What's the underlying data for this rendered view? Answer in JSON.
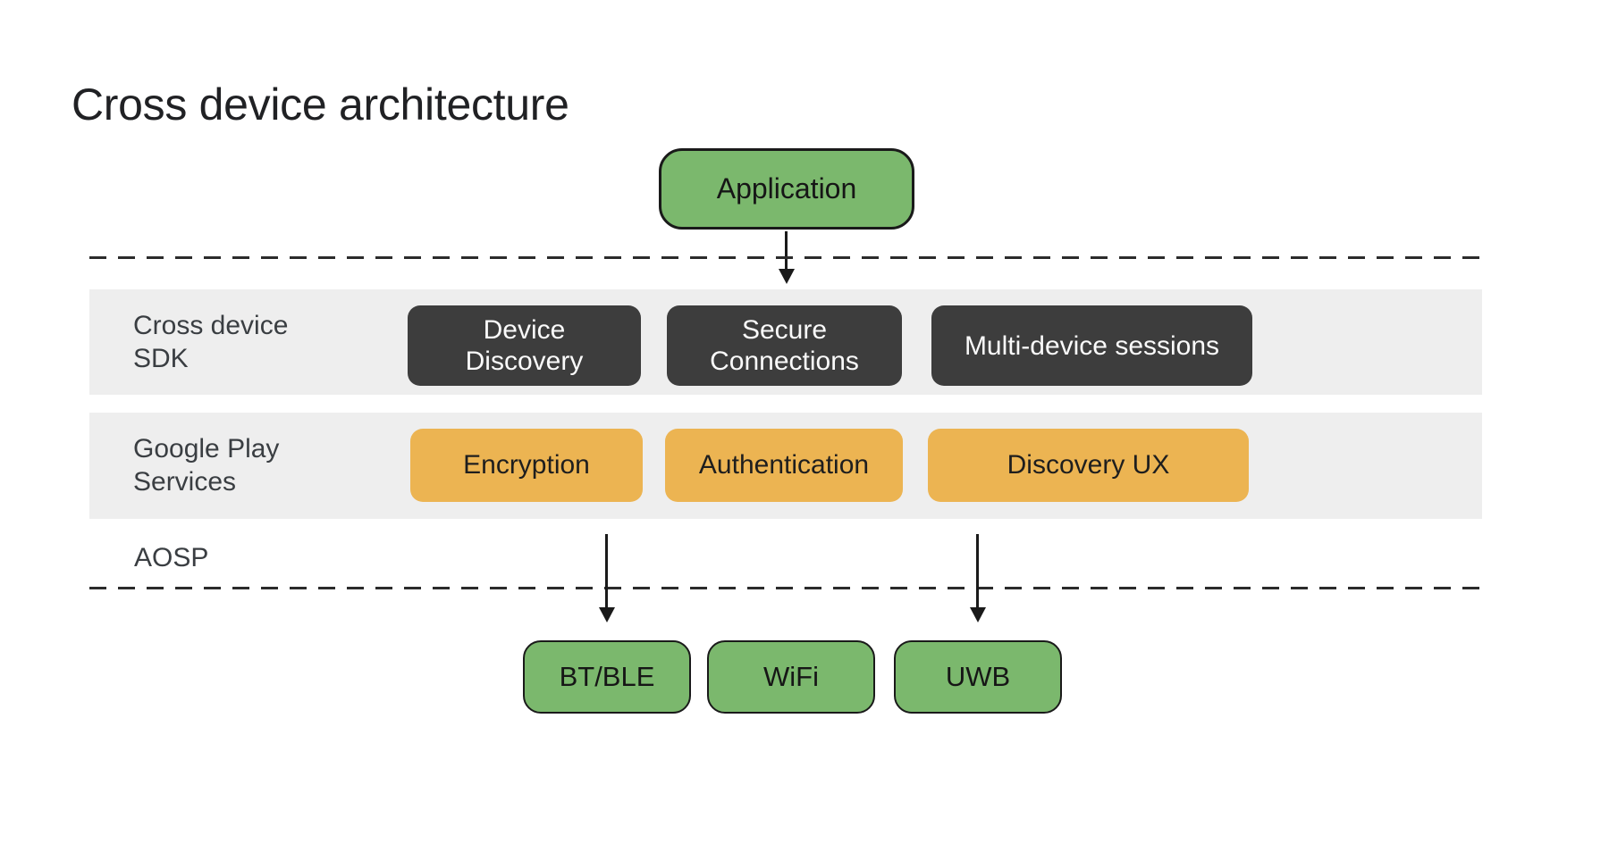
{
  "title": "Cross device architecture",
  "colors": {
    "node_green": "#7BB86D",
    "node_amber": "#ECB452",
    "node_dark": "#3D3D3D",
    "band_gray": "#EEEEEE",
    "outline": "#1A1A1A",
    "title_text": "#202124"
  },
  "diagram": {
    "application": {
      "label": "Application"
    },
    "sdk_band": {
      "label_line1": "Cross device",
      "label_line2": "SDK",
      "boxes": [
        {
          "line1": "Device",
          "line2": "Discovery"
        },
        {
          "line1": "Secure",
          "line2": "Connections"
        },
        {
          "line1": "Multi-device sessions"
        }
      ]
    },
    "gms_band": {
      "label_line1": "Google Play",
      "label_line2": "Services",
      "boxes": [
        {
          "label": "Encryption"
        },
        {
          "label": "Authentication"
        },
        {
          "label": "Discovery UX"
        }
      ]
    },
    "aosp_label": "AOSP",
    "transports": [
      {
        "label": "BT/BLE"
      },
      {
        "label": "WiFi"
      },
      {
        "label": "UWB"
      }
    ]
  }
}
